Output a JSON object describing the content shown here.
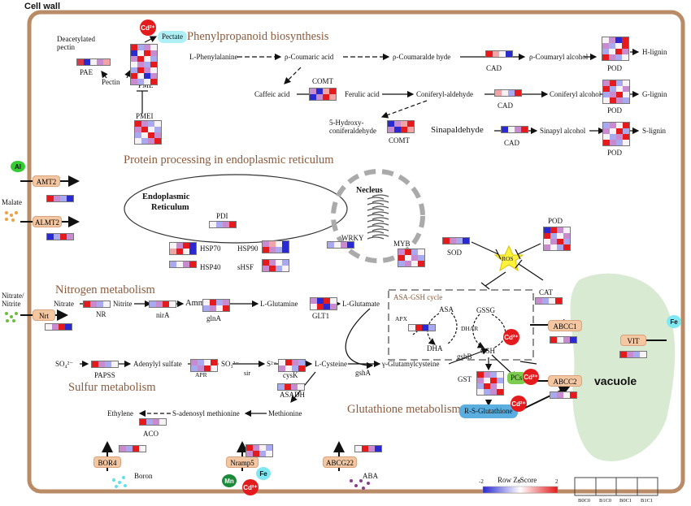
{
  "cell_wall": "Cell wall",
  "sections": {
    "phenylpropanoid": "Phenylpropanoid biosynthesis",
    "protein": "Protein processing in endoplasmic reticulum",
    "nitrogen": "Nitrogen metabolism",
    "sulfur": "Sulfur metabolism",
    "glutathione": "Glutathione metabolism"
  },
  "labels": {
    "deacetylated": "Deacetylated",
    "pectin_small": "pectin",
    "pae": "PAE",
    "pectin": "Pectin",
    "pme": "PME",
    "pmei": "PMEI",
    "pectate": "Pectate",
    "l_phe": "L-Phenylalanine",
    "p_coumaric": "ρ-Coumaric acid",
    "p_coumaraldehyde": "ρ-Coumaralde hyde",
    "cad1": "CAD",
    "p_coumaryl": "ρ-Coumaryl alcohol",
    "pod1": "POD",
    "h_lignin": "H-lignin",
    "caffeic": "Caffeic acid",
    "comt1": "COMT",
    "ferulic": "Ferulic acid",
    "coniferyl_ald": "Coniferyl-aldehyde",
    "cad2": "CAD",
    "coniferyl_alc": "Coniferyl alcohol",
    "pod2": "POD",
    "g_lignin": "G-lignin",
    "hydroxy1": "5-Hydroxy-",
    "hydroxy2": "coniferaldehyde",
    "comt2": "COMT",
    "sinapaldehyde": "Sinapaldehyde",
    "cad3": "CAD",
    "sinapyl": "Sinapyl alcohol",
    "pod3": "POD",
    "s_lignin": "S-lignin",
    "er1": "Endoplasmic",
    "er2": "Reticulum",
    "pdi": "PDI",
    "hsp70": "HSP70",
    "hsp90": "HSP90",
    "hsp40": "HSP40",
    "shsf": "sHSF",
    "necleus": "Necleus",
    "wrky": "WRKY",
    "myb": "MYB",
    "sod": "SOD",
    "pod4": "POD",
    "ros": "ROS",
    "cat": "CAT",
    "malate": "Malate",
    "nitrate_in1": "Nitrate/",
    "nitrate_in2": "Nitrite",
    "nitrate": "Nitrate",
    "nr": "NR",
    "nitrite": "Nitrite",
    "nira": "nirA",
    "ammonia": "Ammonia",
    "glna": "glnA",
    "l_glutamine": "L-Glutamine",
    "glt1": "GLT1",
    "l_glutamate": "L-Glutamate",
    "asa_gsh": "ASA-GSH cycle",
    "asa": "ASA",
    "gssg": "GSSG",
    "apx": "APX",
    "dhar": "DHAR",
    "dha": "DHA",
    "gsh": "GSH",
    "so4": "SO₄²⁻",
    "papss": "PAPSS",
    "adenylyl": "Adenylyl sulfate",
    "apr": "APR",
    "so3": "SO₃²⁻",
    "sir": "sir",
    "s2": "S²⁻",
    "cysk": "cysK",
    "l_cysteine": "L-Cysteine",
    "gsha": "gshA",
    "gamma": "γ-Glutamylcysteine",
    "gshb": "gshB",
    "gst": "GST",
    "asadh": "ASADH",
    "methionine": "Methionine",
    "sam": "S-adenosyl methionine",
    "ethylene": "Ethylene",
    "aco": "ACO",
    "pcs": "PCs",
    "rsg": "R-S-Glutathione",
    "abcc1": "ABCC1",
    "abcc2": "ABCC2",
    "vacuole": "vacuole",
    "vit": "VIT",
    "boron": "Boron",
    "aba": "ABA",
    "legend_title": "Row Z-Score"
  },
  "transporters": {
    "amt2": "AMT2",
    "almt2": "ALMT2",
    "nrt": "Nrt",
    "bor4": "BOR4",
    "nramp5": "Nramp5",
    "abcg22": "ABCG22"
  },
  "ions": {
    "al": "Al",
    "cd": "Cd²⁺",
    "fe": "Fe",
    "mn": "Mn"
  },
  "legend": {
    "ticks": [
      "-2",
      "0",
      "2"
    ],
    "colors": [
      "#2a2ad1",
      "#ffffff",
      "#e41a1c"
    ],
    "columns": [
      "B0C0",
      "B1C0",
      "B0C1",
      "B1C1"
    ]
  },
  "colors": {
    "wall": "#b98b66",
    "section_text": "#8b5a3c",
    "transporter": "#f4c7a3",
    "cd_ion": "#e41a1c",
    "fe_ion": "#7fe8f2",
    "al_ion": "#33cc33",
    "mn_ion": "#1b8a3a",
    "vacuole": "#d9ead3",
    "ros": "#fff23a",
    "pcs": "#7ccc4e",
    "rsg": "#5aaee0"
  }
}
